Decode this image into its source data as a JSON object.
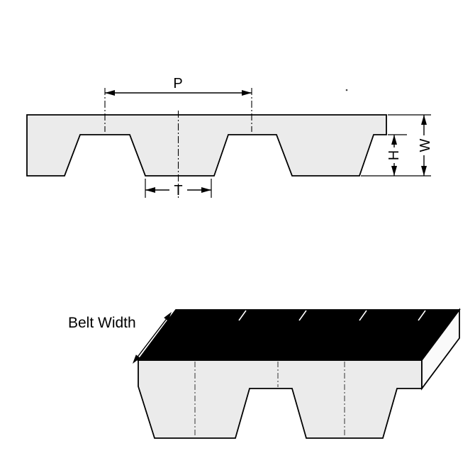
{
  "cross_section": {
    "pitch_label": "P",
    "tooth_width_label": "T",
    "tooth_height_label": "H",
    "thickness_label": "W"
  },
  "isometric": {
    "belt_width_label": "Belt Width"
  },
  "colors": {
    "outline": "#000000",
    "belt_fill": "#ebebeb",
    "top_surface": "#000000",
    "end_face": "#fafafa",
    "background": "#ffffff"
  }
}
